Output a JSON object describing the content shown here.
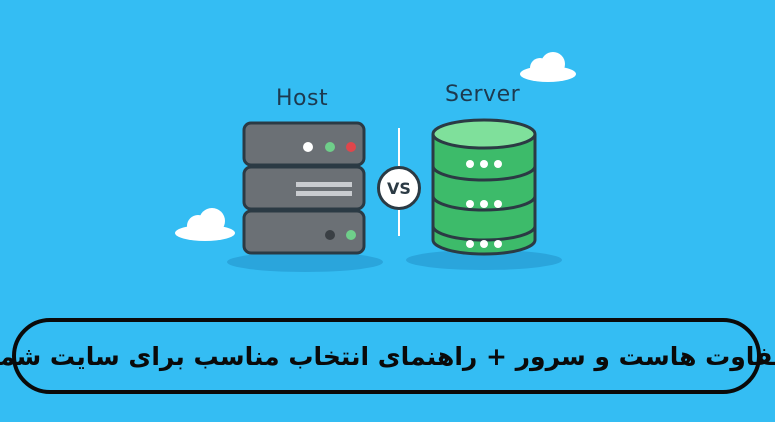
{
  "illustration": {
    "host_label": "Host",
    "server_label": "Server",
    "vs_label": "VS",
    "host_icon": "host-server-rack-icon",
    "server_icon": "database-server-icon",
    "colors": {
      "background": "#34bdf3",
      "host_gray": "#6b7075",
      "server_green": "#3dbb6a",
      "outline": "#2b3a44",
      "led_red": "#e0464b",
      "led_green": "#6fcf8a"
    }
  },
  "banner": {
    "title": "تفاوت هاست و سرور + راهنمای انتخاب مناسب برای سایت شما"
  }
}
